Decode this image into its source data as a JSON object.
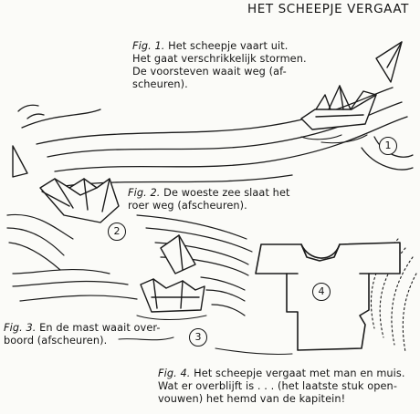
{
  "header": {
    "title": "HET SCHEEPJE VERGAAT"
  },
  "captions": [
    {
      "fig": "Fig. 1.",
      "lines": [
        "Het scheepje vaart uit.",
        "Het gaat verschrikkelijk stormen.",
        "De voorsteven waait weg (af-",
        "scheuren)."
      ]
    },
    {
      "fig": "Fig. 2.",
      "lines": [
        "De woeste zee slaat het",
        "roer weg (afscheuren)."
      ]
    },
    {
      "fig": "Fig. 3.",
      "lines": [
        "En de mast waait over-",
        "boord (afscheuren)."
      ]
    },
    {
      "fig": "Fig. 4.",
      "lines": [
        "Het scheepje vergaat met man en muis.",
        "Wat er overblijft is . . . (het laatste stuk open-",
        "vouwen) het hemd van de kapitein!"
      ]
    }
  ],
  "figure_numbers": [
    "1",
    "2",
    "3",
    "4"
  ]
}
